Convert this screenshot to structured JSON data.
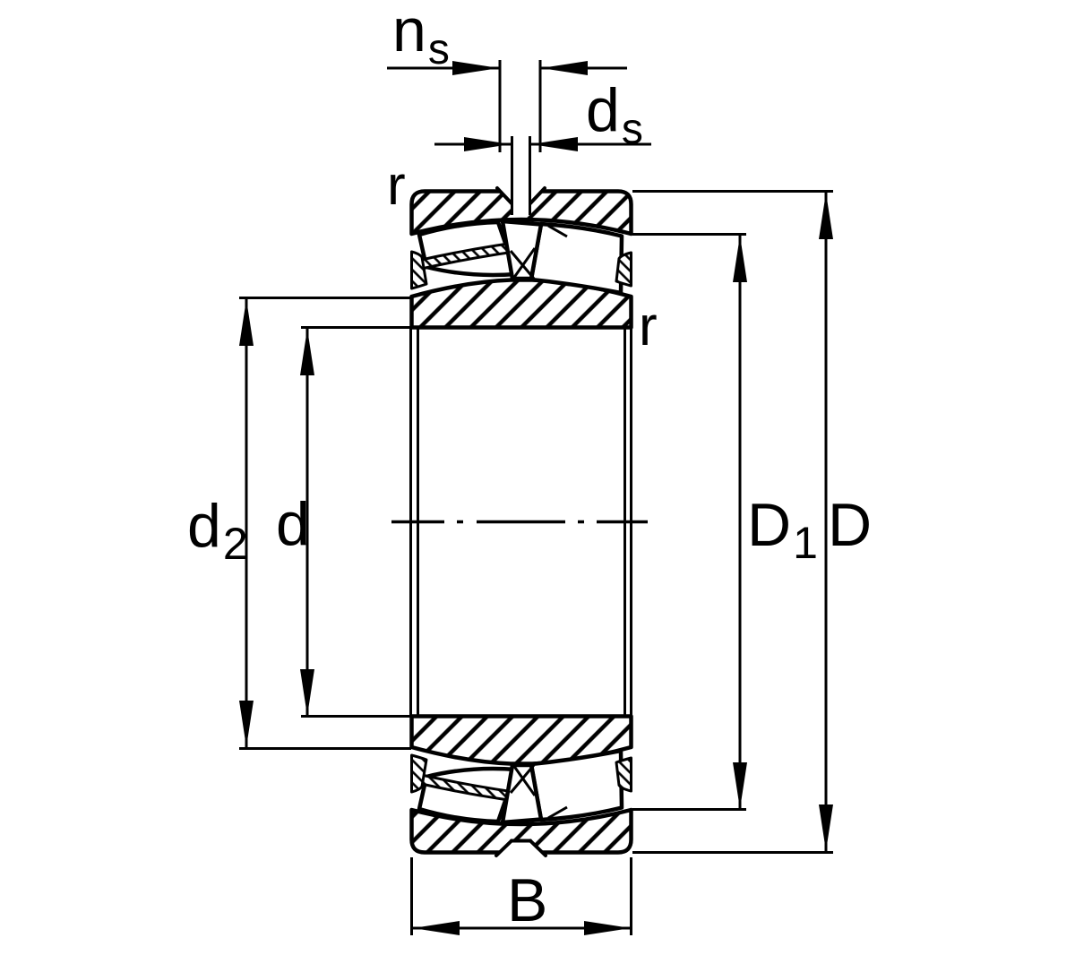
{
  "drawing": {
    "type": "bearing-cross-section-dimension-drawing",
    "colors": {
      "line": "#000000",
      "background": "#ffffff"
    },
    "labels": {
      "groove_width": {
        "base": "n",
        "sub": "s"
      },
      "hole_diameter": {
        "base": "d",
        "sub": "s"
      },
      "chamfer_outer": "r",
      "chamfer_inner": "r",
      "recess_diameter": {
        "base": "d",
        "sub": "2"
      },
      "bore_diameter": "d",
      "shoulder_diameter": {
        "base": "D",
        "sub": "1"
      },
      "outside_diameter": "D",
      "width": "B"
    }
  }
}
